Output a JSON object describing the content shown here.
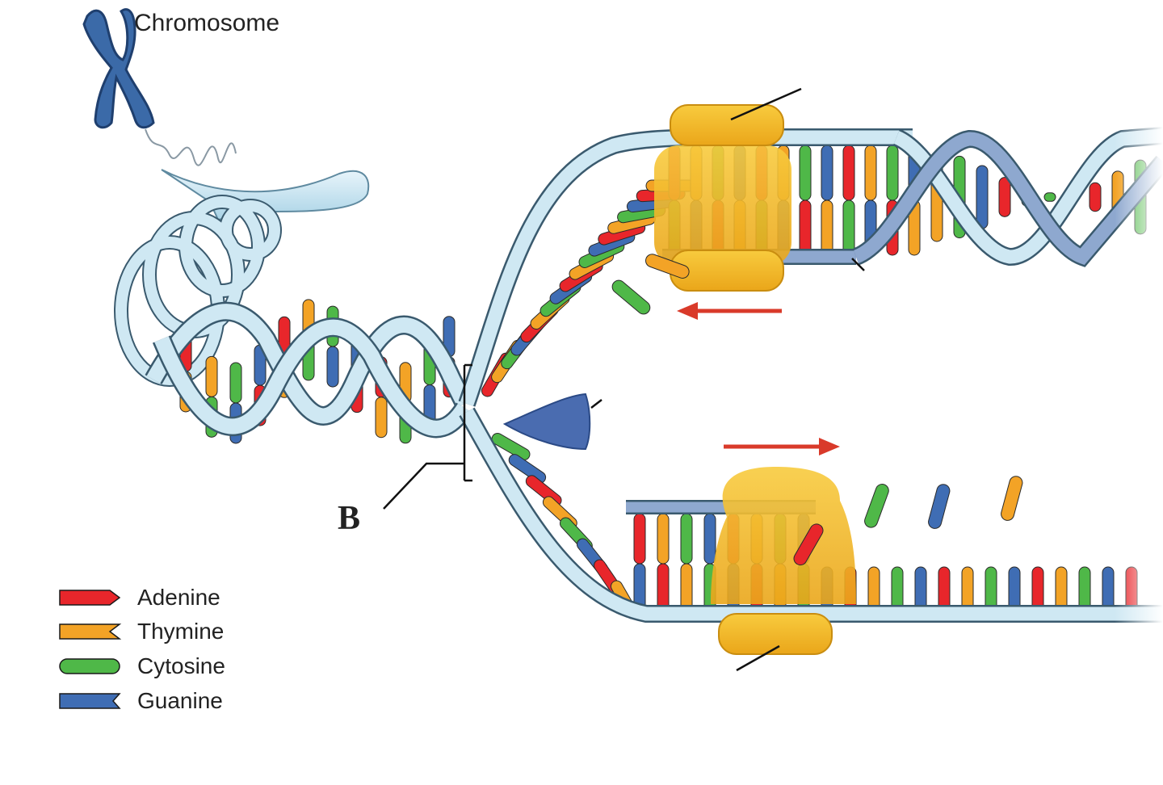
{
  "labels": {
    "chromosome": "Chromosome",
    "b": "B"
  },
  "legend": [
    {
      "name": "Adenine",
      "color": "#e8262b"
    },
    {
      "name": "Thymine",
      "color": "#f3a326"
    },
    {
      "name": "Cytosine",
      "color": "#4fb848"
    },
    {
      "name": "Guanine",
      "color": "#3f6db4"
    }
  ],
  "colors": {
    "backbone": "#cfe8f3",
    "backbone_outline": "#3a5a6e",
    "enzyme": "#f2b21b",
    "arrow": "#d93a2a",
    "chromosome": "#3b6aa8",
    "helicase": "#4a6cb0"
  }
}
